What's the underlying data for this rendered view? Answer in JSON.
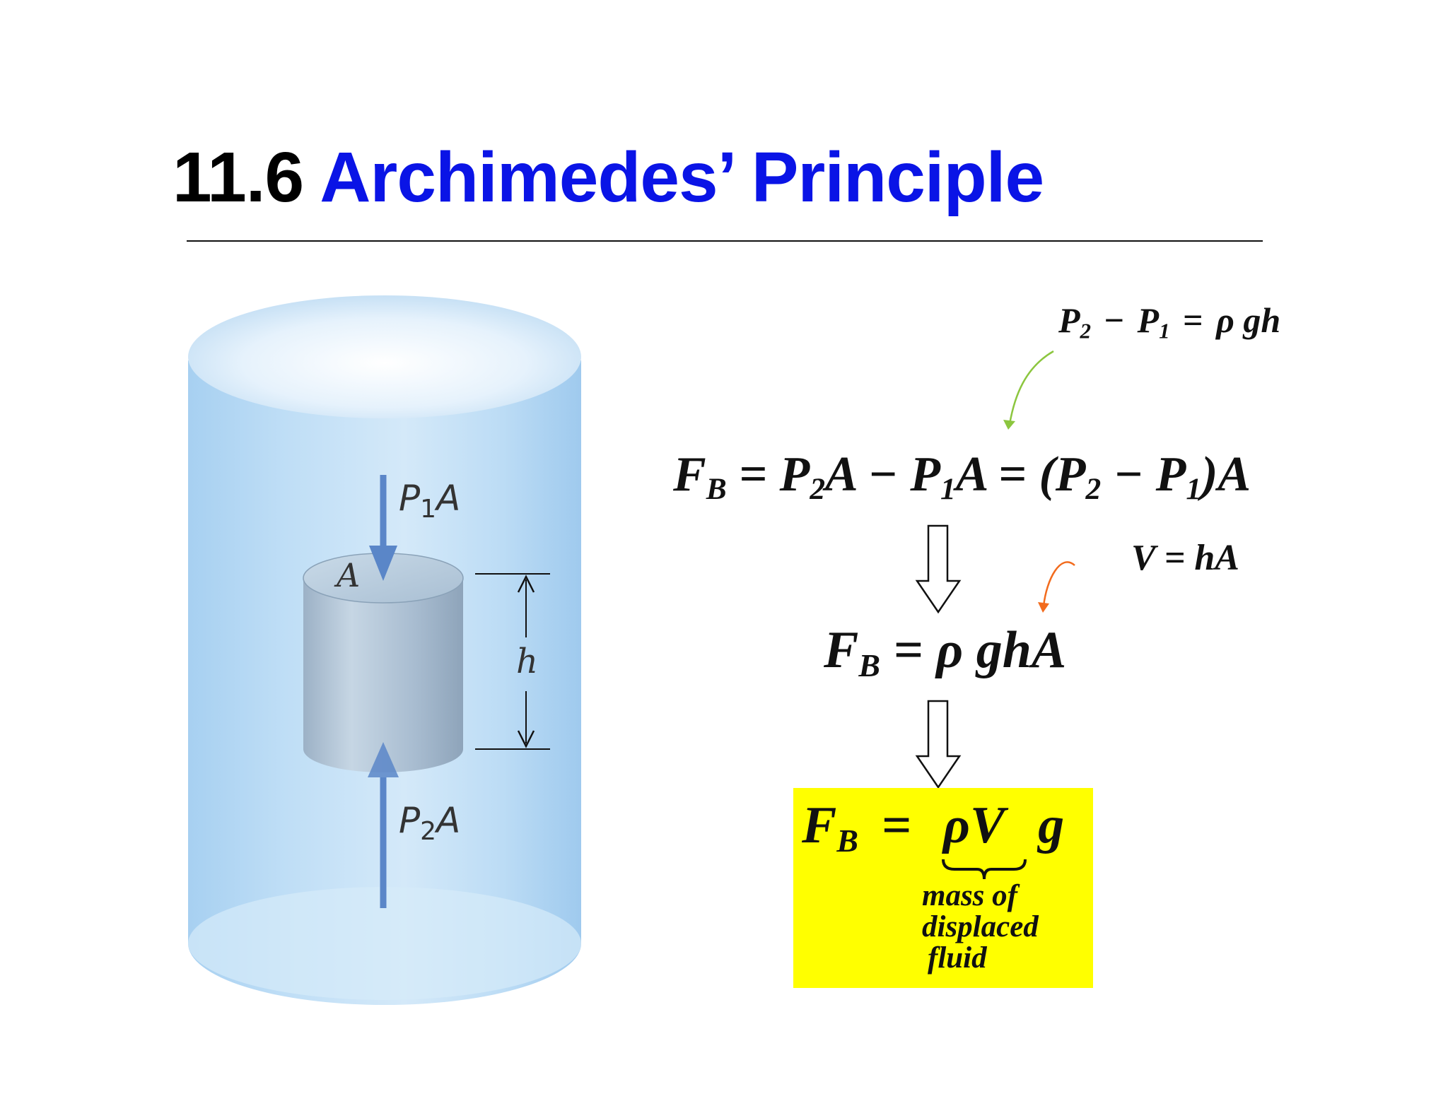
{
  "title": {
    "number": "11.6",
    "text": "Archimedes’ Principle"
  },
  "diagram": {
    "top_force_label": {
      "base": "P",
      "sub": "1",
      "suffix": "A"
    },
    "bottom_force_label": {
      "base": "P",
      "sub": "2",
      "suffix": "A"
    },
    "area_label": "A",
    "height_label": "h",
    "colors": {
      "fluid": "#a9d2f2",
      "object": "#9fb3c7",
      "arrow": "#5a86c8"
    }
  },
  "equations": {
    "pressure_diff": {
      "p2": "P",
      "s2": "2",
      "minus": "−",
      "p1": "P",
      "s1": "1",
      "eq": "=",
      "rhs": "ρ gh"
    },
    "buoyant_force": {
      "fb": "F",
      "sb": "B",
      "t1": "= P",
      "t1s": "2",
      "t2": "A − P",
      "t2s": "1",
      "t3": "A = (P",
      "t3s": "2",
      "t4": "− P",
      "t4s": "1",
      "t5": ")A"
    },
    "volume": "V = hA",
    "fb_rho_gha": {
      "fb": "F",
      "sb": "B",
      "rhs": "= ρ ghA"
    },
    "final": {
      "fb": "F",
      "sb": "B",
      "eq": "=",
      "rho_v": "ρV",
      "g": "g"
    },
    "mass_note": [
      "mass of",
      "displaced",
      "fluid"
    ],
    "colors": {
      "highlight": "#ffff00",
      "green_arrow": "#8cc63f",
      "orange_arrow": "#f26b1d"
    }
  }
}
